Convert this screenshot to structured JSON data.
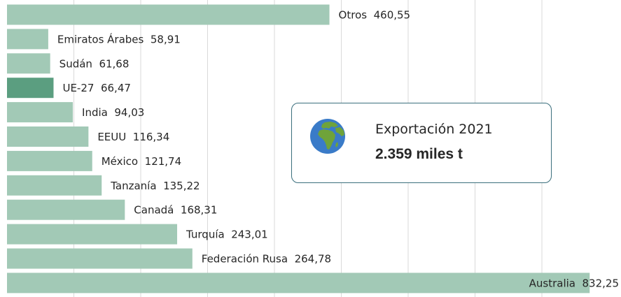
{
  "chart_data": {
    "type": "bar",
    "orientation": "horizontal",
    "categories": [
      "Otros",
      "Emiratos Árabes",
      "Sudán",
      "UE-27",
      "India",
      "EEUU",
      "México",
      "Tanzanía",
      "Canadá",
      "Turquía",
      "Federación Rusa",
      "Australia"
    ],
    "value_labels": [
      "460,55",
      "58,91",
      "61,68",
      "66,47",
      "94,03",
      "116,34",
      "121,74",
      "135,22",
      "168,31",
      "243,01",
      "264,78",
      "832,25"
    ],
    "values": [
      460.55,
      58.91,
      61.68,
      66.47,
      94.03,
      116.34,
      121.74,
      135.22,
      168.31,
      243.01,
      264.78,
      832.25
    ],
    "highlight_category": "UE-27",
    "xlim": [
      0,
      860
    ],
    "grid": true,
    "colors": {
      "bar": "#a2c9b6",
      "highlight": "#5b9e80",
      "grid": "#d9d9d9",
      "label": "#262626"
    }
  },
  "info_card": {
    "title": "Exportación 2021",
    "value": "2.359 miles t",
    "icon": "globe-icon",
    "colors": {
      "border": "#3b6f7d",
      "globe_ocean": "#3a7bc8",
      "globe_land": "#6fa33a"
    }
  }
}
